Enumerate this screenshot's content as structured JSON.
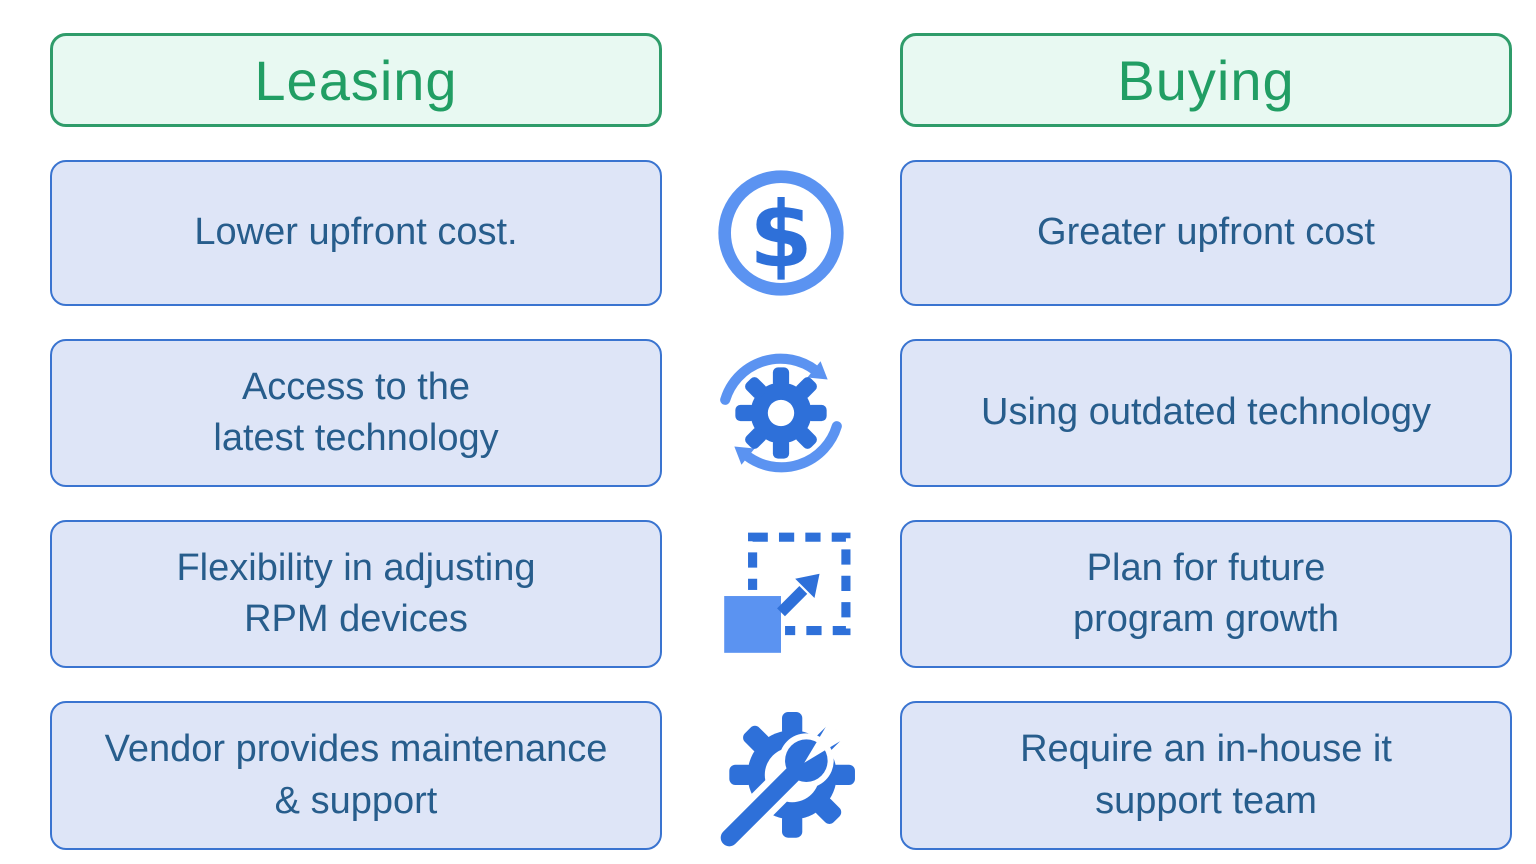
{
  "headers": {
    "leasing": "Leasing",
    "buying": "Buying"
  },
  "rows": [
    {
      "leasing": [
        "Lower upfront cost."
      ],
      "icon": "dollar-circle",
      "buying": [
        "Greater upfront cost"
      ]
    },
    {
      "leasing": [
        "Access to the",
        "latest technology"
      ],
      "icon": "sync-gear",
      "buying": [
        "Using outdated technology"
      ]
    },
    {
      "leasing": [
        "Flexibility in adjusting",
        "RPM devices"
      ],
      "icon": "scale-expand",
      "buying": [
        "Plan for future",
        "program growth"
      ]
    },
    {
      "leasing": [
        "Vendor provides maintenance",
        "& support"
      ],
      "icon": "wrench-gear",
      "buying": [
        "Require an in-house it",
        "support team"
      ]
    }
  ],
  "colors": {
    "header_bg": "#e8f9f2",
    "header_border": "#2f9c6a",
    "header_text": "#219e64",
    "box_bg": "#dee5f7",
    "box_border": "#3a74d0",
    "box_text": "#275d8c",
    "icon_dark_blue": "#2e70d9",
    "icon_light_blue": "#5b93f1"
  }
}
